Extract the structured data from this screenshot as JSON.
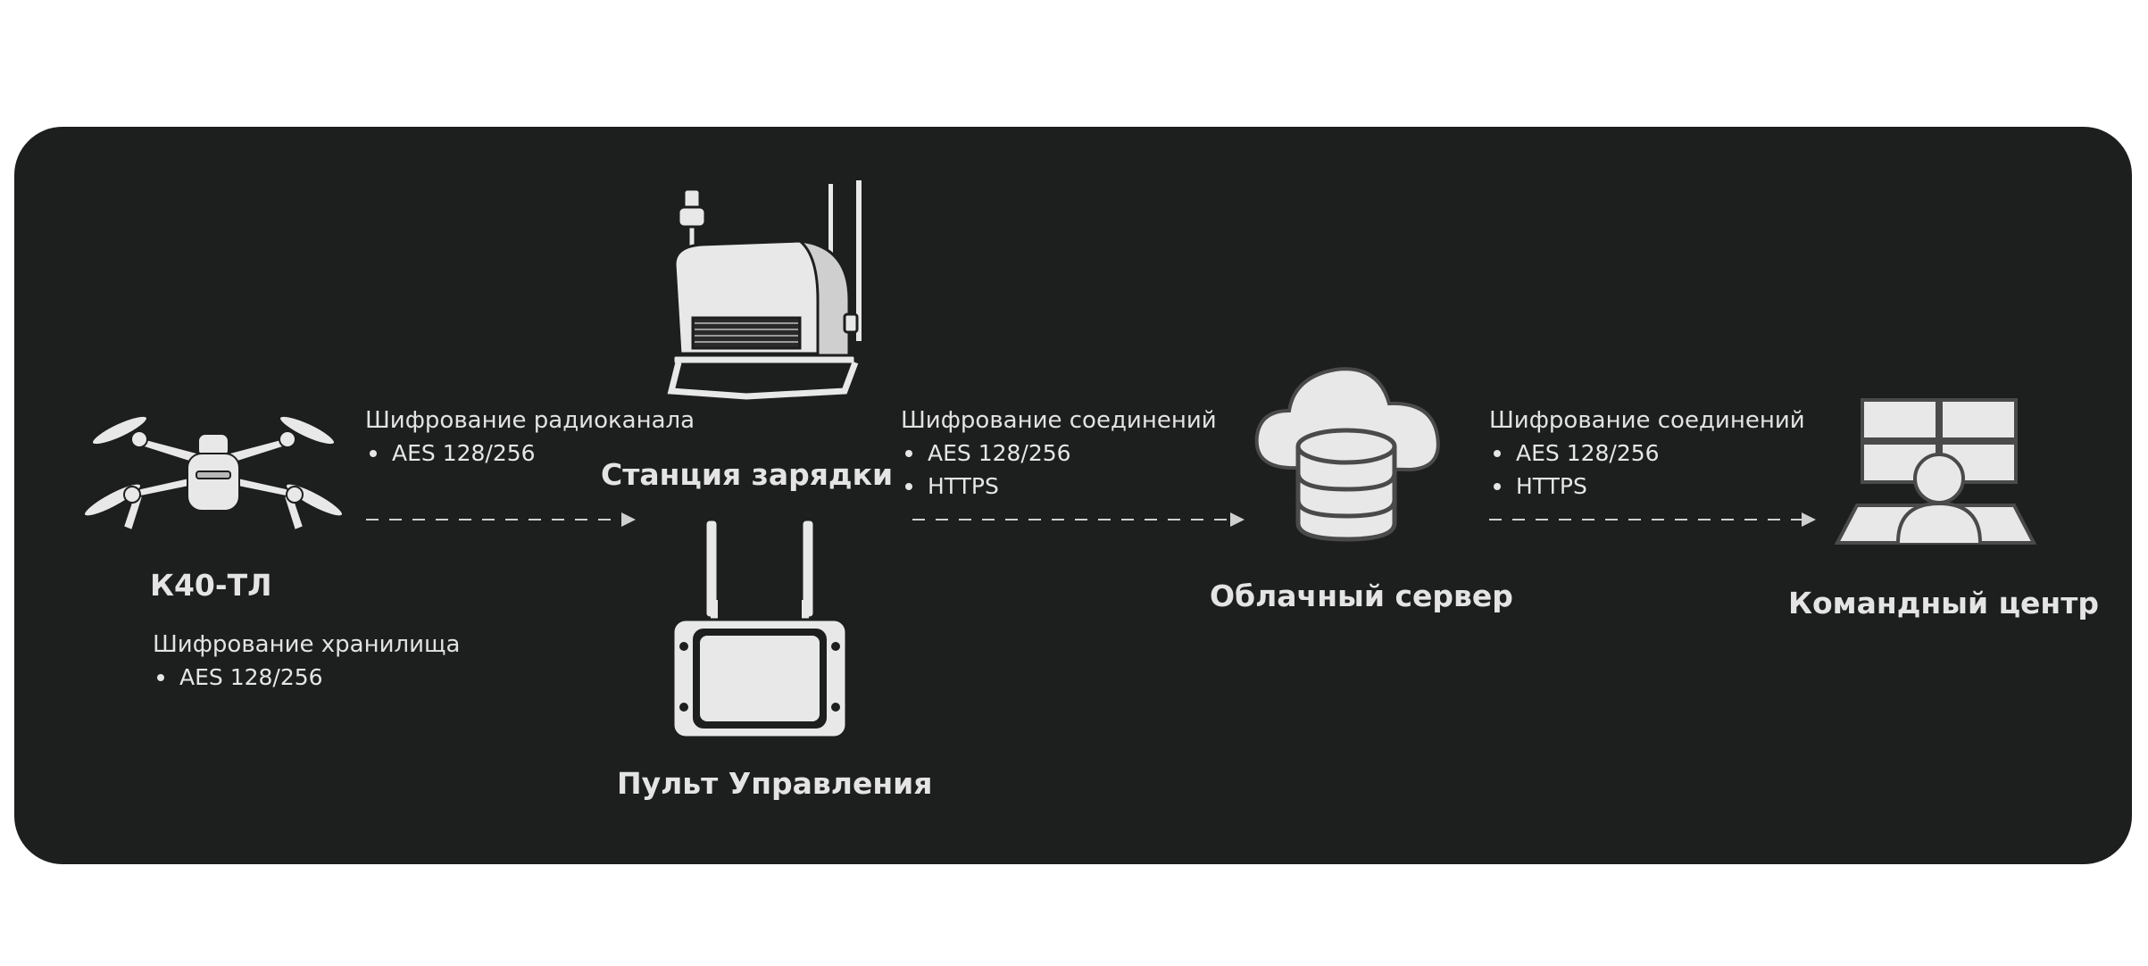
{
  "nodes": {
    "drone": {
      "title": "К40-ТЛ",
      "caption": "Шифрование хранилища",
      "bullets": [
        "AES 128/256"
      ]
    },
    "station": {
      "title": "Станция зарядки"
    },
    "remote": {
      "title": "Пульт Управления"
    },
    "cloud": {
      "title": "Облачный сервер"
    },
    "command": {
      "title": "Командный центр"
    }
  },
  "links": {
    "radio": {
      "caption": "Шифрование радиоканала",
      "bullets": [
        "AES 128/256"
      ]
    },
    "connection1": {
      "caption": "Шифрование соединений",
      "bullets": [
        "AES 128/256",
        "HTTPS"
      ]
    },
    "connection2": {
      "caption": "Шифрование соединений",
      "bullets": [
        "AES 128/256",
        "HTTPS"
      ]
    }
  },
  "icons": [
    "drone-icon",
    "charging-station-icon",
    "remote-controller-icon",
    "cloud-server-icon",
    "command-center-icon"
  ],
  "colors": {
    "panel": "#1d1e1e",
    "icon_fill": "#e8e8e8",
    "icon_stroke": "#4a4a4a",
    "text": "#e4e4e4"
  }
}
